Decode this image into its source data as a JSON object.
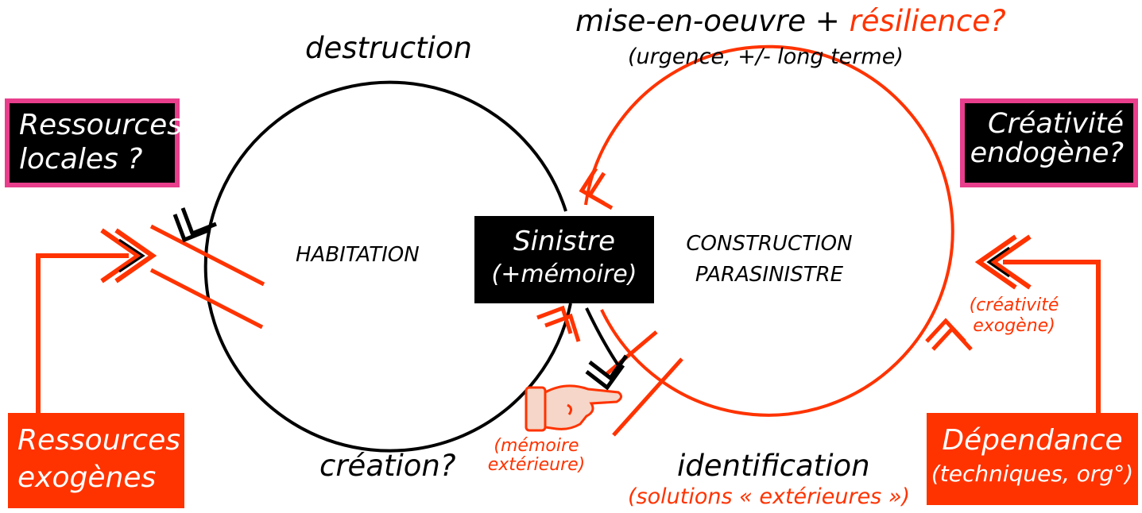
{
  "colors": {
    "accent_red": "#ff3300",
    "pink_border": "#e83e8c",
    "black": "#000000",
    "white": "#ffffff"
  },
  "top": {
    "mise_en_oeuvre": "mise-en-oeuvre",
    "plus": "+",
    "resilience": "résilience?",
    "urgence": "(urgence, +/- long terme)"
  },
  "destruction": "destruction",
  "creation": "création?",
  "identification": "identification",
  "solutions_exterieures": "(solutions « extérieures »)",
  "habitation": "HABITATION",
  "construction_line1": "CONSTRUCTION",
  "construction_line2": "PARASINISTRE",
  "sinistre": {
    "line1": "Sinistre",
    "line2": "(+mémoire)"
  },
  "ressources_locales": {
    "line1": "Ressources",
    "line2": "locales ?"
  },
  "creativite_endogene": {
    "line1": "Créativité",
    "line2": "endogène?"
  },
  "ressources_exogenes": {
    "line1": "Ressources",
    "line2": "exogènes"
  },
  "dependance": {
    "line1": "Dépendance",
    "line2": "(techniques, org°)"
  },
  "creativite_exogene": {
    "line1": "(créativité",
    "line2": "exogène)"
  },
  "memoire_exterieure": {
    "line1": "(mémoire",
    "line2": "extérieure)"
  },
  "icons": [
    "pointing-hand-icon",
    "double-chevron-arrow-icon"
  ]
}
